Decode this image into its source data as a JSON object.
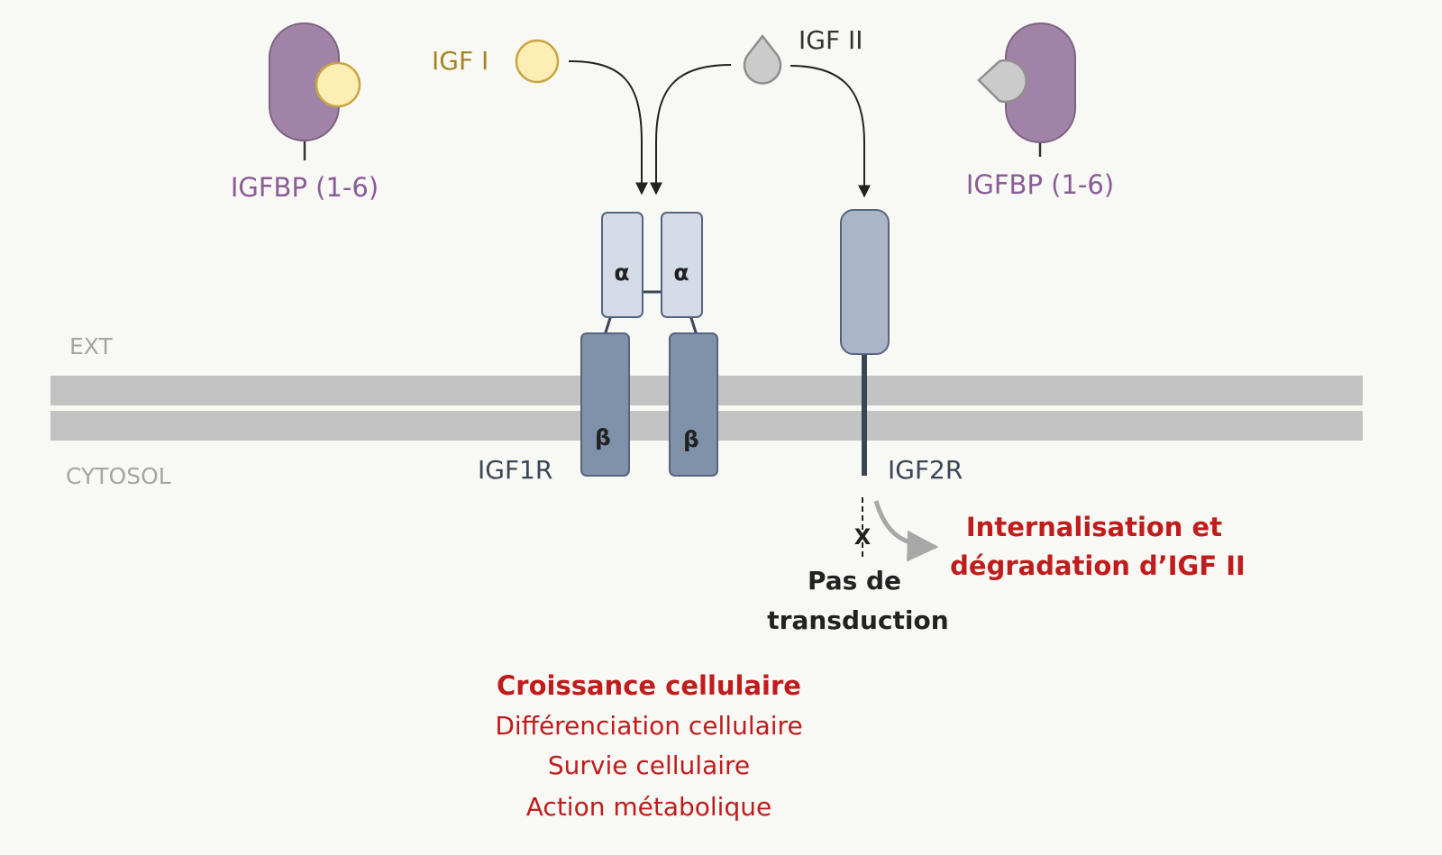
{
  "colors": {
    "background": "#f8f8f5",
    "membrane": "#c3c3c3",
    "igfbp_fill": "#a183a7",
    "igfbp_stroke": "#7d6282",
    "igfbp_text": "#8a5c96",
    "igf1_fill": "#fdeeb5",
    "igf1_stroke": "#c9a640",
    "igf1_text": "#a58424",
    "igf2_fill": "#cbcbcb",
    "igf2_stroke": "#8e8e8e",
    "alpha_fill": "#d5dce8",
    "beta_fill": "#8091aa",
    "igf2r_fill": "#aab6c7",
    "receptor_stroke": "#55657f",
    "receptor_text": "#3a4656",
    "compartment_text": "#a5a5a5",
    "outcome_red": "#c01c1c",
    "arrow_black": "#222222",
    "arrow_gray": "#a8a8a8"
  },
  "labels": {
    "igfbp_left": "IGFBP (1-6)",
    "igfbp_right": "IGFBP (1-6)",
    "igf1": "IGF I",
    "igf2": "IGF II",
    "ext": "EXT",
    "cytosol": "CYTOSOL",
    "igf1r": "IGF1R",
    "igf2r": "IGF2R",
    "alpha": "α",
    "beta": "β",
    "no_transduction_x": "X",
    "no_transduction_line1": "Pas de",
    "no_transduction_line2": "transduction",
    "internalisation_line1": "Internalisation et",
    "internalisation_line2": "dégradation d’IGF II"
  },
  "outcomes": [
    "Croissance cellulaire",
    "Différenciation cellulaire",
    "Survie cellulaire",
    "Action métabolique"
  ]
}
